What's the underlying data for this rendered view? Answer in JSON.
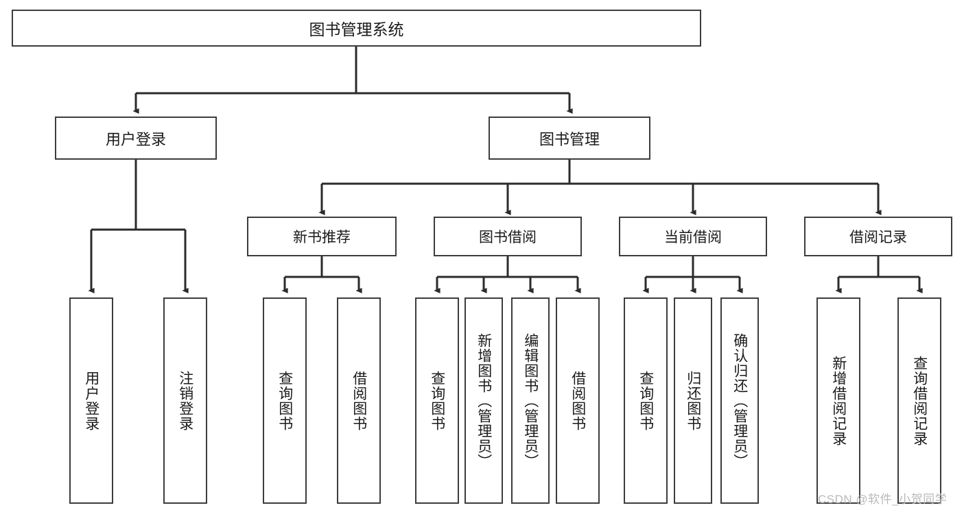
{
  "diagram": {
    "type": "tree",
    "title": "图书管理系统",
    "colors": {
      "box_border": "#3c3c3c",
      "box_fill": "#ffffff",
      "connector": "#2b2b2b",
      "text": "#1a1a1a",
      "watermark": "#b8b8b8",
      "background": "#ffffff"
    },
    "root": {
      "label": "图书管理系统"
    },
    "level1": [
      {
        "id": "user-login",
        "label": "用户登录"
      },
      {
        "id": "book-management",
        "label": "图书管理"
      }
    ],
    "level2": [
      {
        "id": "new-book-recommend",
        "label": "新书推荐",
        "parent": "book-management"
      },
      {
        "id": "book-borrow",
        "label": "图书借阅",
        "parent": "book-management"
      },
      {
        "id": "current-borrow",
        "label": "当前借阅",
        "parent": "book-management"
      },
      {
        "id": "borrow-record",
        "label": "借阅记录",
        "parent": "book-management"
      }
    ],
    "leaves": [
      {
        "id": "leaf-user-login",
        "label": "用户登录",
        "parent": "user-login"
      },
      {
        "id": "leaf-user-logout",
        "label": "注销登录",
        "parent": "user-login"
      },
      {
        "id": "leaf-query-book-1",
        "label": "查询图书",
        "parent": "new-book-recommend"
      },
      {
        "id": "leaf-borrow-book-1",
        "label": "借阅图书",
        "parent": "new-book-recommend"
      },
      {
        "id": "leaf-query-book-2",
        "label": "查询图书",
        "parent": "book-borrow"
      },
      {
        "id": "leaf-add-book",
        "label": "新增图书（管理员）",
        "parent": "book-borrow"
      },
      {
        "id": "leaf-edit-book",
        "label": "编辑图书（管理员）",
        "parent": "book-borrow"
      },
      {
        "id": "leaf-borrow-book-2",
        "label": "借阅图书",
        "parent": "book-borrow"
      },
      {
        "id": "leaf-query-book-3",
        "label": "查询图书",
        "parent": "current-borrow"
      },
      {
        "id": "leaf-return-book",
        "label": "归还图书",
        "parent": "current-borrow"
      },
      {
        "id": "leaf-confirm-return",
        "label": "确认归还（管理员）",
        "parent": "current-borrow"
      },
      {
        "id": "leaf-add-record",
        "label": "新增借阅记录",
        "parent": "borrow-record"
      },
      {
        "id": "leaf-query-record",
        "label": "查询借阅记录",
        "parent": "borrow-record"
      }
    ],
    "watermark": "CSDN @软件_小贺同学"
  }
}
